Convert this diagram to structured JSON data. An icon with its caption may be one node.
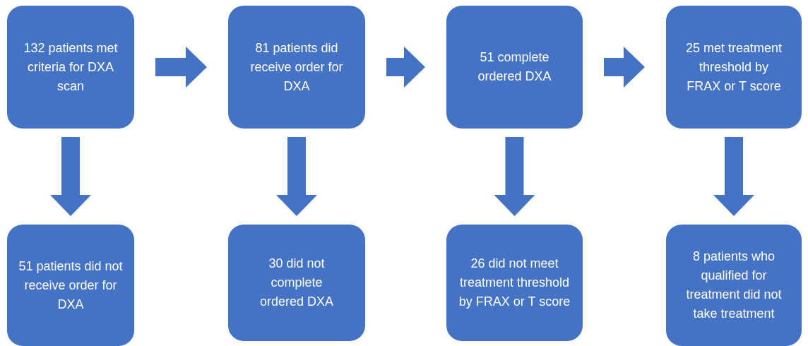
{
  "diagram": {
    "nodes": [
      {
        "text": [
          "132 patients met criteria for DXA scan"
        ]
      },
      {
        "text": [
          "81 patients did receive order for DXA"
        ]
      },
      {
        "text": [
          "51 complete ordered DXA"
        ]
      },
      {
        "text": [
          "25 met treatment threshold by FRAX or T score"
        ]
      },
      {
        "text": [
          "51 patients did not receive order for DXA"
        ]
      },
      {
        "text": [
          "30 did not complete ordered DXA"
        ]
      },
      {
        "text": [
          "26 did not meet treatment threshold by FRAX or T score"
        ]
      },
      {
        "text": [
          "8 patients who qualified for treatment did not take treatment"
        ]
      }
    ],
    "edges": [
      {
        "from": 0,
        "to": 1,
        "arrow": "to"
      },
      {
        "from": 1,
        "to": 2,
        "arrow": "to"
      },
      {
        "from": 2,
        "to": 3,
        "arrow": "to"
      },
      {
        "from": 0,
        "to": 4,
        "arrow": "to"
      },
      {
        "from": 1,
        "to": 5,
        "arrow": "to"
      },
      {
        "from": 2,
        "to": 6,
        "arrow": "to"
      },
      {
        "from": 3,
        "to": 7,
        "arrow": "to"
      }
    ]
  }
}
